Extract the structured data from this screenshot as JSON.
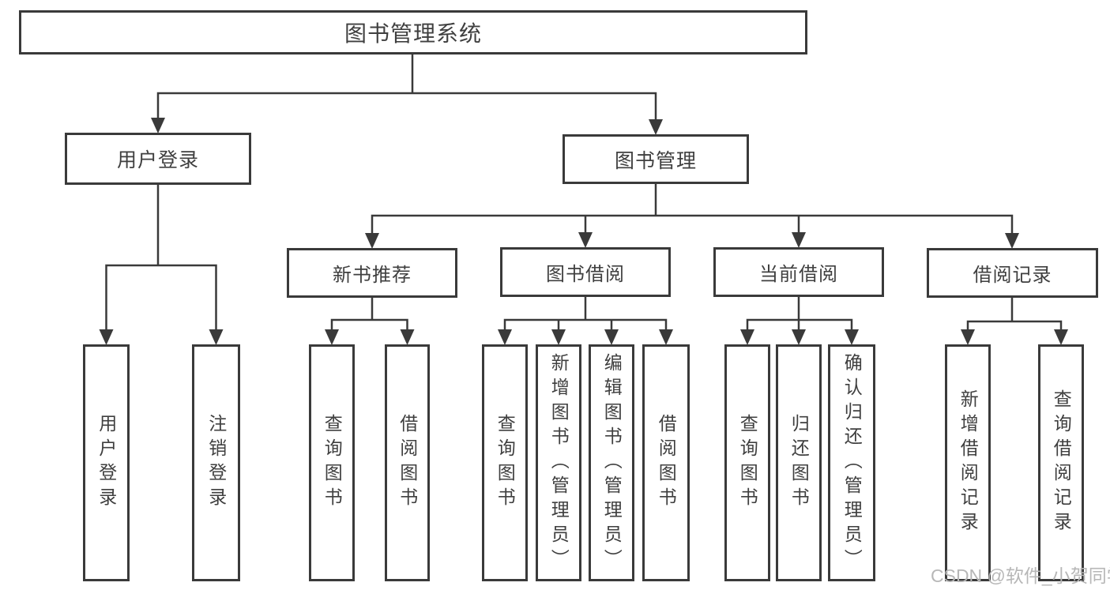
{
  "nodes": {
    "root": "图书管理系统",
    "level2": [
      "用户登录",
      "图书管理"
    ],
    "level3": [
      "新书推荐",
      "图书借阅",
      "当前借阅",
      "借阅记录"
    ],
    "leaves": [
      "用户登录",
      "注销登录",
      "查询图书",
      "借阅图书",
      "查询图书",
      "新增图书（管理员）",
      "编辑图书（管理员）",
      "借阅图书",
      "查询图书",
      "归还图书",
      "确认归还（管理员）",
      "新增借阅记录",
      "查询借阅记录"
    ]
  },
  "watermark": "CSDN @软件_小贺同学",
  "colors": {
    "line": "#3a3a3a",
    "text": "#3f3f3f",
    "watermark": "#b7b7b7",
    "background": "#ffffff"
  }
}
